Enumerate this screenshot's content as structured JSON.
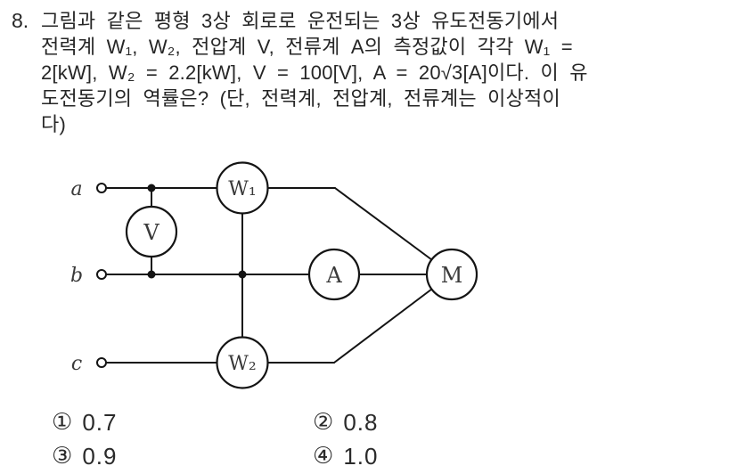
{
  "question": {
    "number": "8.",
    "lines": [
      "그림과 같은 평형 3상 회로로 운전되는 3상 유도전동기에서",
      "전력계 W₁, W₂, 전압계 V, 전류계 A의 측정값이 각각 W₁ =",
      "2[kW], W₂ = 2.2[kW], V = 100[V], A = 20√3[A]이다. 이 유",
      "도전동기의 역률은? (단, 전력계, 전압계, 전류계는 이상적이",
      "다)"
    ]
  },
  "diagram": {
    "phase_a": "a",
    "phase_b": "b",
    "phase_c": "c",
    "wattmeter1": "W₁",
    "wattmeter2": "W₂",
    "voltmeter": "V",
    "ammeter": "A",
    "motor": "M"
  },
  "choices": [
    {
      "marker": "①",
      "value": "0.7"
    },
    {
      "marker": "②",
      "value": "0.8"
    },
    {
      "marker": "③",
      "value": "0.9"
    },
    {
      "marker": "④",
      "value": "1.0"
    }
  ],
  "colors": {
    "background": "#ffffff",
    "text": "#262626",
    "line": "#141414"
  }
}
